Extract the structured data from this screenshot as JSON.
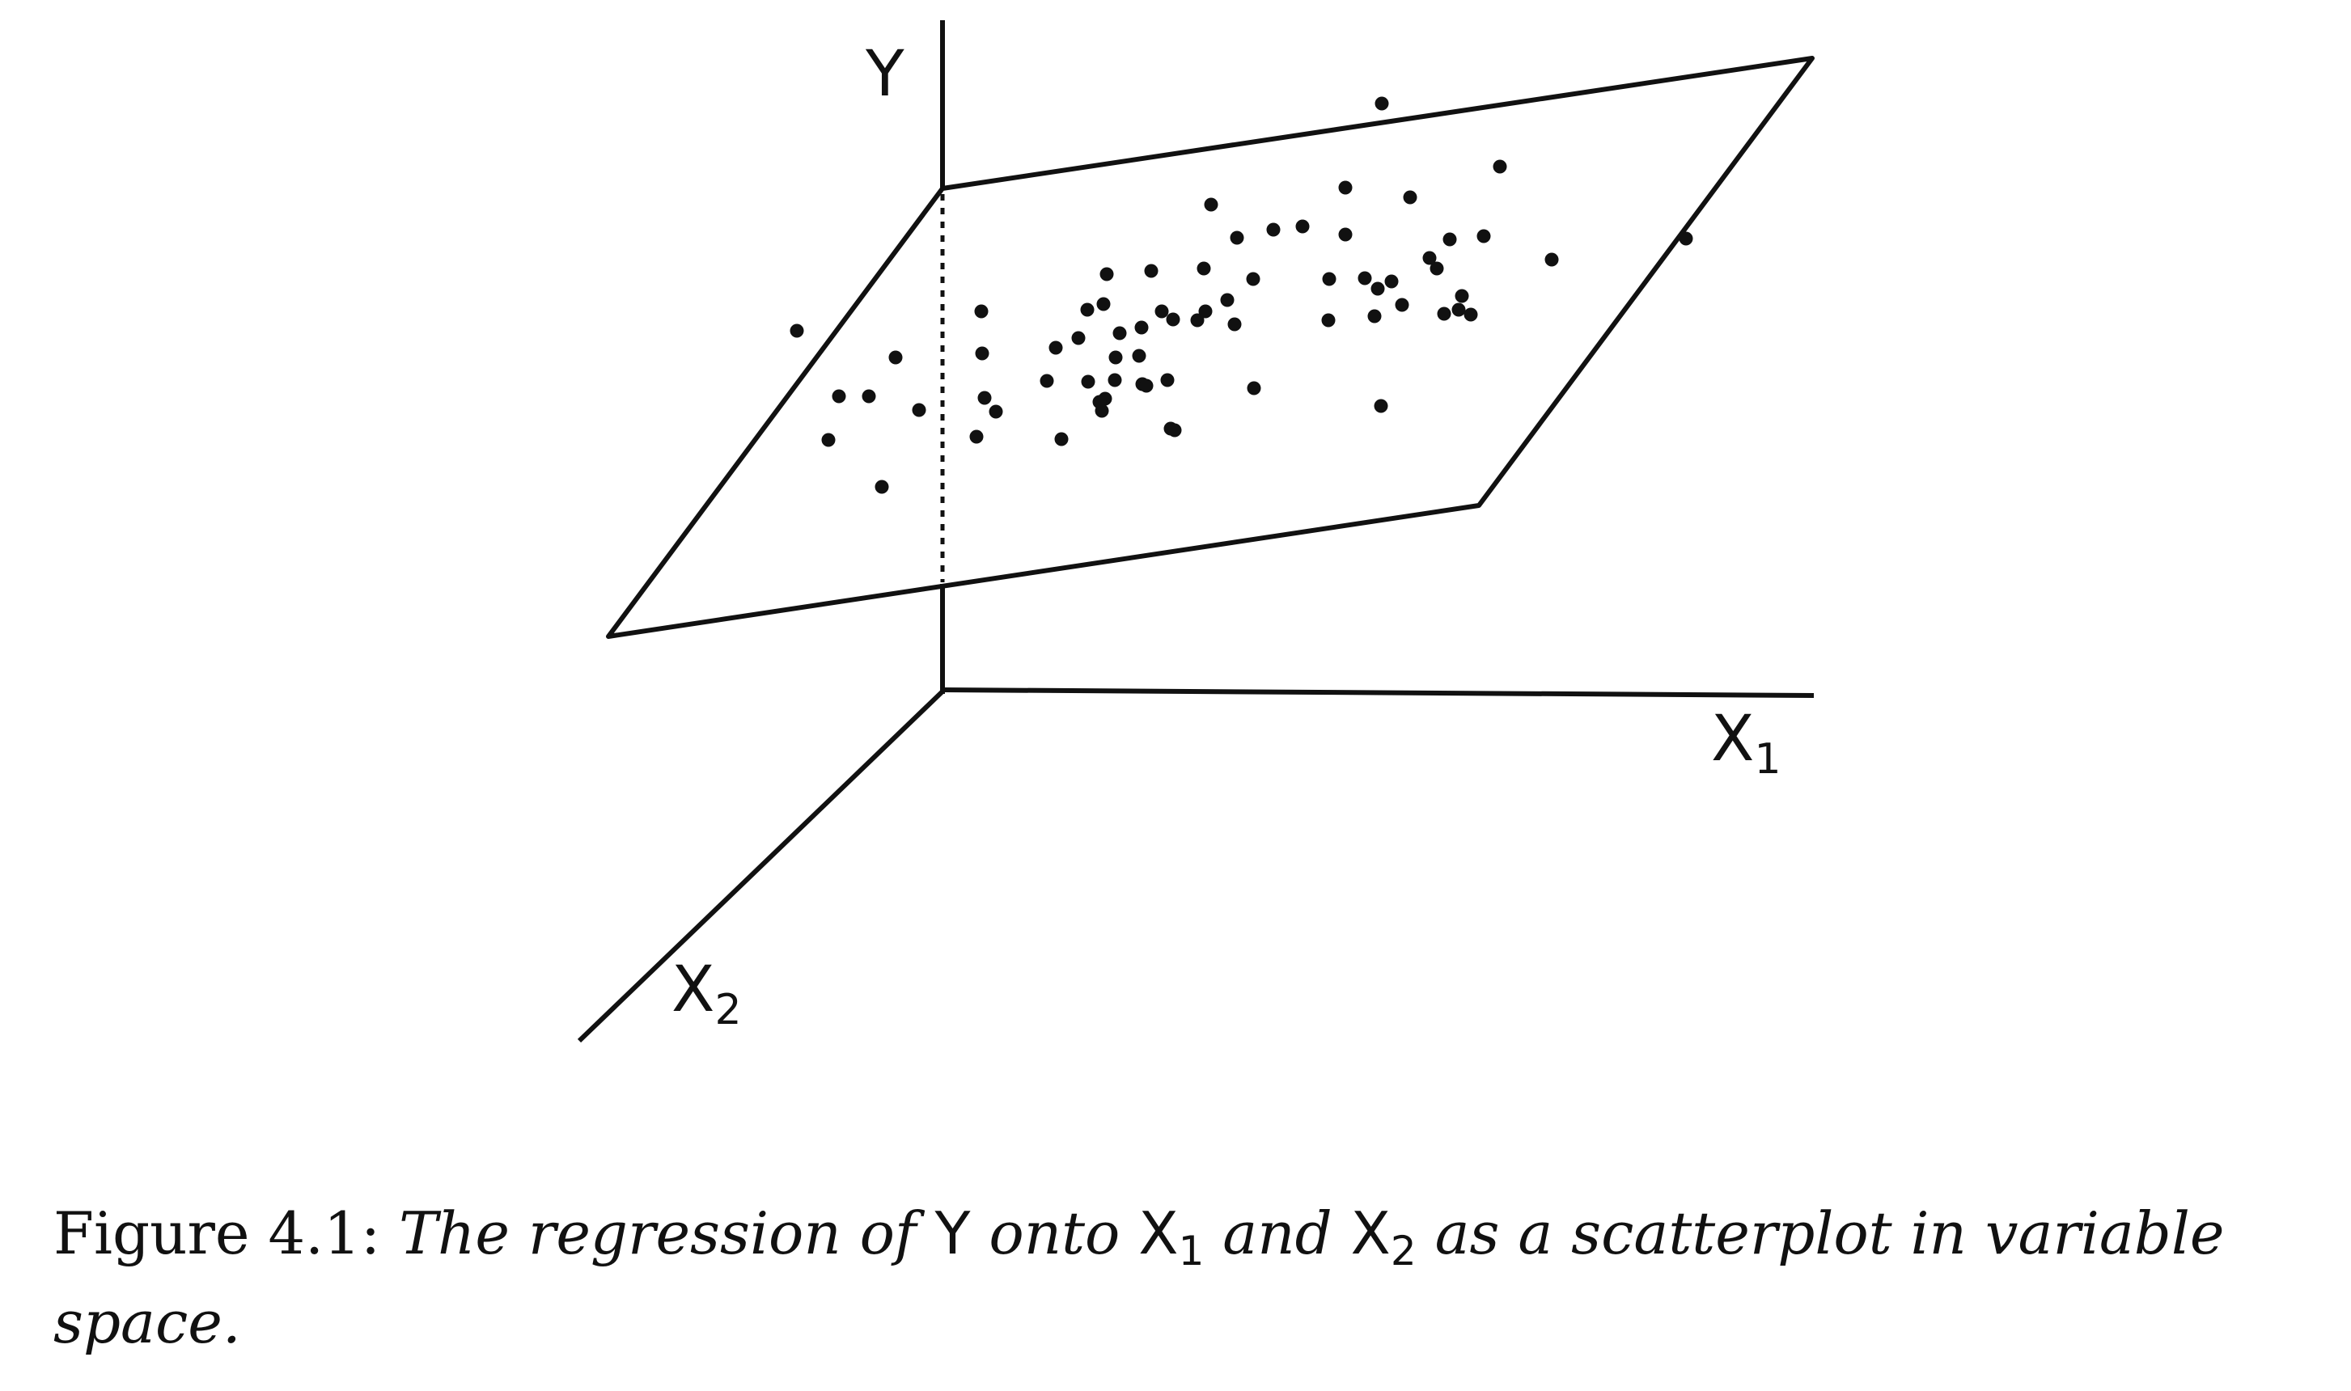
{
  "figure": {
    "axes": {
      "y_label": "Y",
      "x1_label": "X",
      "x1_sub": "1",
      "x2_label": "X",
      "x2_sub": "2"
    },
    "caption": {
      "label": "Figure 4.1:",
      "part1": "The regression of",
      "y": "Y",
      "part2": "onto",
      "x1": "X",
      "x1_sub": "1",
      "part3": "and",
      "x2": "X",
      "x2_sub": "2",
      "part4": "as a scatterplot in variable",
      "part5": "space."
    }
  }
}
